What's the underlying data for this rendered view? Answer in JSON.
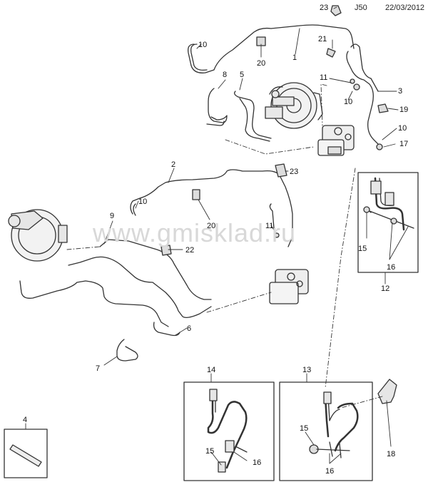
{
  "header": {
    "code": "J50",
    "date": "22/03/2012"
  },
  "watermark": "www.gmisklad.ru",
  "callouts": {
    "c1": "1",
    "c2": "2",
    "c3": "3",
    "c4": "4",
    "c5": "5",
    "c6": "6",
    "c7": "7",
    "c8": "8",
    "c9": "9",
    "c10a": "10",
    "c10b": "10",
    "c10c": "10",
    "c10d": "10",
    "c11a": "11",
    "c11b": "11",
    "c12": "12",
    "c13": "13",
    "c14": "14",
    "c15a": "15",
    "c15b": "15",
    "c15c": "15",
    "c16a": "16",
    "c16b": "16",
    "c16c": "16",
    "c17": "17",
    "c18": "18",
    "c19": "19",
    "c20a": "20",
    "c20b": "20",
    "c21": "21",
    "c22": "22",
    "c23a": "23",
    "c23b": "23"
  },
  "colors": {
    "line": "#333333",
    "text": "#111111",
    "watermark": "#d8d8d8",
    "part_fill": "#e8e8e8"
  }
}
